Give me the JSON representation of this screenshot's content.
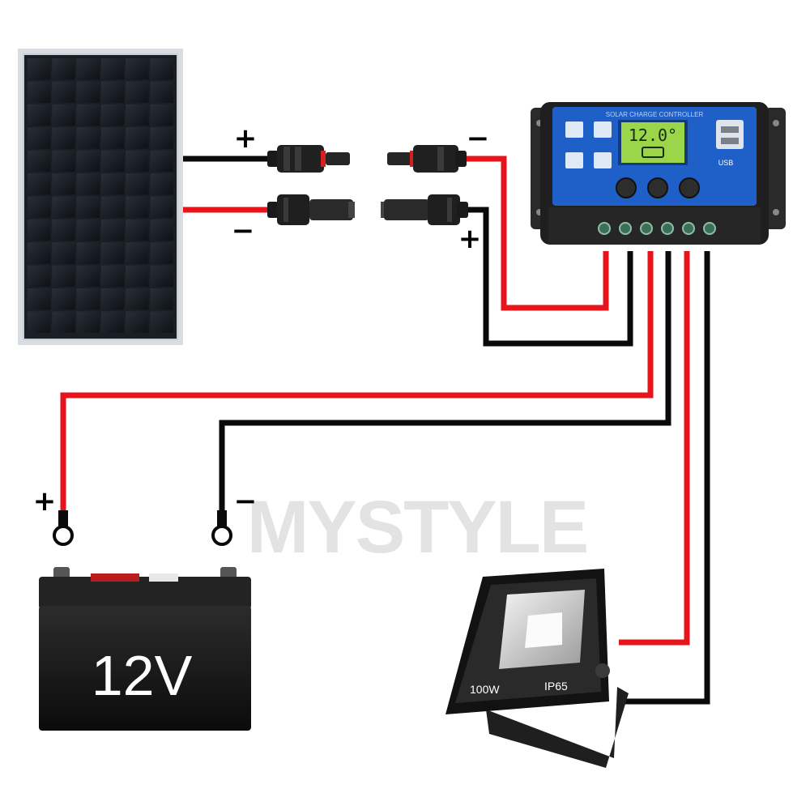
{
  "signs": {
    "panel_pos": "+",
    "panel_neg": "−",
    "ctrl_neg": "−",
    "ctrl_pos": "+",
    "batt_pos": "+",
    "batt_neg": "−"
  },
  "controller": {
    "title": "SOLAR CHARGE CONTROLLER",
    "display": "12.0°",
    "usb": "USB"
  },
  "battery": {
    "label": "12V"
  },
  "floodlight": {
    "power": "100W",
    "rating": "IP65"
  },
  "watermark": "MYSTYLE",
  "colors": {
    "positive_wire": "#e8141c",
    "negative_wire": "#0a0a0a",
    "controller_face": "#1e5fc8",
    "lcd": "#9bd64a"
  }
}
